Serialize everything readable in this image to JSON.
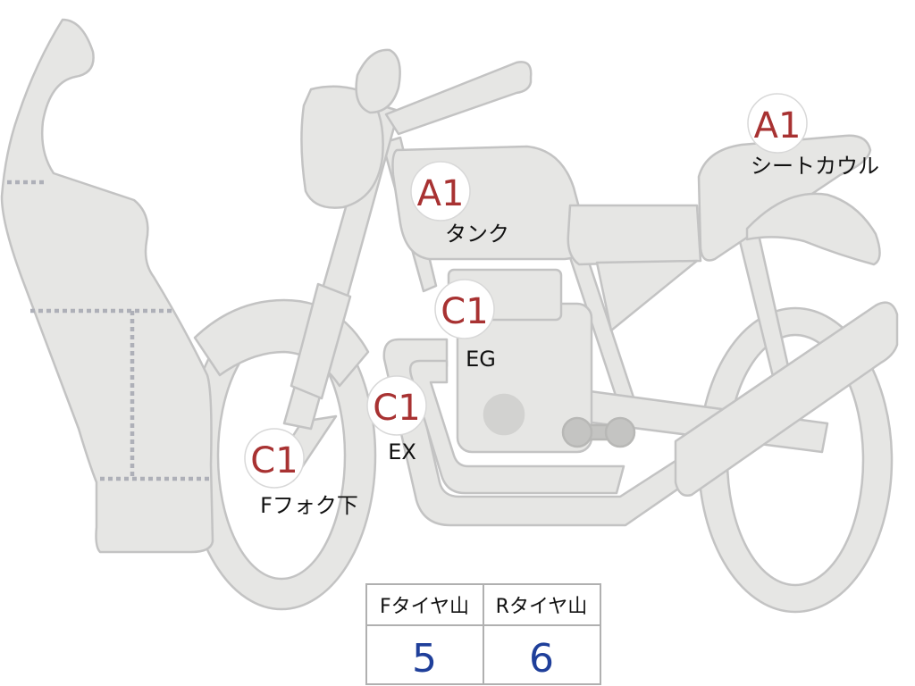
{
  "colors": {
    "body_fill": "#e6e6e4",
    "outline": "#c3c3c3",
    "grade_text": "#a83232",
    "label_text": "#111111",
    "value_text": "#1f3f9a",
    "table_border": "#b0b0b0"
  },
  "parts": [
    {
      "grade": "A1",
      "label": "シートカウル"
    },
    {
      "grade": "A1",
      "label": "タンク"
    },
    {
      "grade": "C1",
      "label": "EG"
    },
    {
      "grade": "C1",
      "label": "EX"
    },
    {
      "grade": "C1",
      "label": "Fフォク下"
    }
  ],
  "tread_table": {
    "headers": [
      "Fタイヤ山",
      "Rタイヤ山"
    ],
    "values": [
      "5",
      "6"
    ]
  }
}
